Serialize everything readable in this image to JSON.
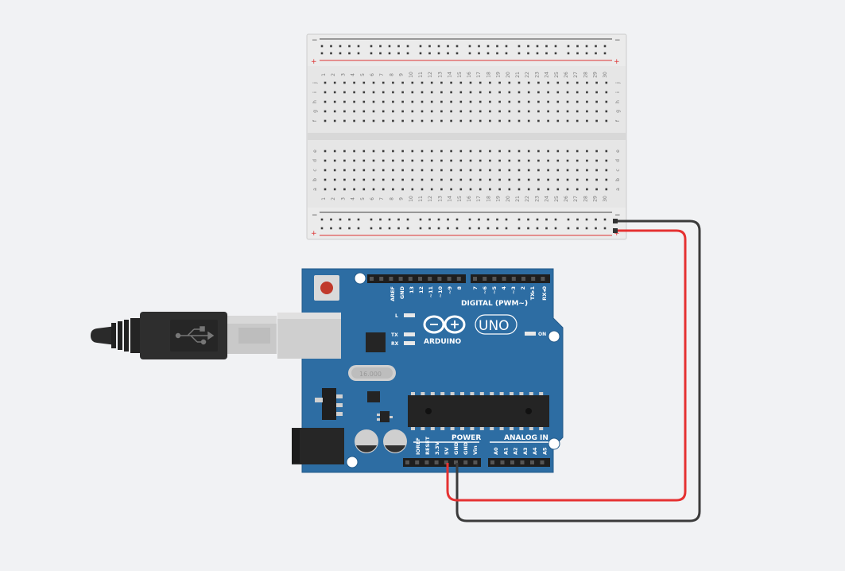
{
  "breadcrumb": "",
  "colors": {
    "background": "#f1f2f4",
    "breadboard": "#e7e7e7",
    "board": "#2d6da3",
    "wire_red": "#e53232",
    "wire_black": "#3b3b3b"
  },
  "breadboard": {
    "rail_minus": "−",
    "rail_plus": "+",
    "top_rows": [
      "j",
      "i",
      "h",
      "g",
      "f"
    ],
    "bottom_rows": [
      "e",
      "d",
      "c",
      "b",
      "a"
    ],
    "columns": 30
  },
  "arduino": {
    "brand": "ARDUINO",
    "model": "UNO",
    "digital_label": "DIGITAL (PWM~)",
    "power_label": "POWER",
    "analog_label": "ANALOG IN",
    "led_l": "L",
    "led_tx": "TX",
    "led_rx": "RX",
    "led_on": "ON",
    "crystal": "16.000",
    "digital_pins": [
      "AREF",
      "GND",
      "13",
      "12",
      "~11",
      "~10",
      "~9",
      "8",
      "7",
      "~6",
      "~5",
      "4",
      "~3",
      "2",
      "TX▸1",
      "RX◂0"
    ],
    "power_pins": [
      "IOREF",
      "RESET",
      "3.3V",
      "5V",
      "GND",
      "GND",
      "Vin"
    ],
    "analog_pins": [
      "A0",
      "A1",
      "A2",
      "A3",
      "A4",
      "A5"
    ]
  },
  "wires": [
    {
      "name": "5V to breadboard +",
      "color": "#e53232"
    },
    {
      "name": "GND to breadboard -",
      "color": "#3b3b3b"
    }
  ]
}
